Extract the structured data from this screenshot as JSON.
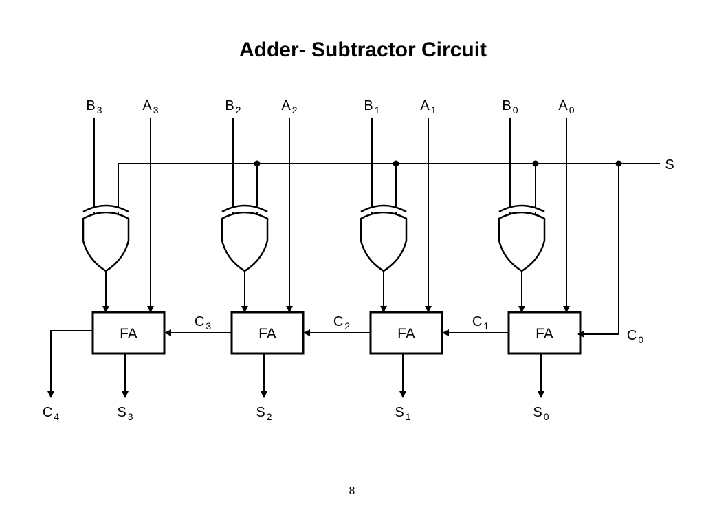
{
  "title": "Adder- Subtractor Circuit",
  "page_number": "8",
  "diagram": {
    "stages": [
      {
        "b": {
          "main": "B",
          "sub": "3"
        },
        "a": {
          "main": "A",
          "sub": "3"
        },
        "fa": "FA",
        "s": {
          "main": "S",
          "sub": "3"
        }
      },
      {
        "b": {
          "main": "B",
          "sub": "2"
        },
        "a": {
          "main": "A",
          "sub": "2"
        },
        "fa": "FA",
        "s": {
          "main": "S",
          "sub": "2"
        }
      },
      {
        "b": {
          "main": "B",
          "sub": "1"
        },
        "a": {
          "main": "A",
          "sub": "1"
        },
        "fa": "FA",
        "s": {
          "main": "S",
          "sub": "1"
        }
      },
      {
        "b": {
          "main": "B",
          "sub": "0"
        },
        "a": {
          "main": "A",
          "sub": "0"
        },
        "fa": "FA",
        "s": {
          "main": "S",
          "sub": "0"
        }
      }
    ],
    "carries": [
      {
        "main": "C",
        "sub": "3"
      },
      {
        "main": "C",
        "sub": "2"
      },
      {
        "main": "C",
        "sub": "1"
      }
    ],
    "carry_in": {
      "main": "C",
      "sub": "0"
    },
    "carry_out": {
      "main": "C",
      "sub": "4"
    },
    "control": {
      "main": "S"
    }
  }
}
